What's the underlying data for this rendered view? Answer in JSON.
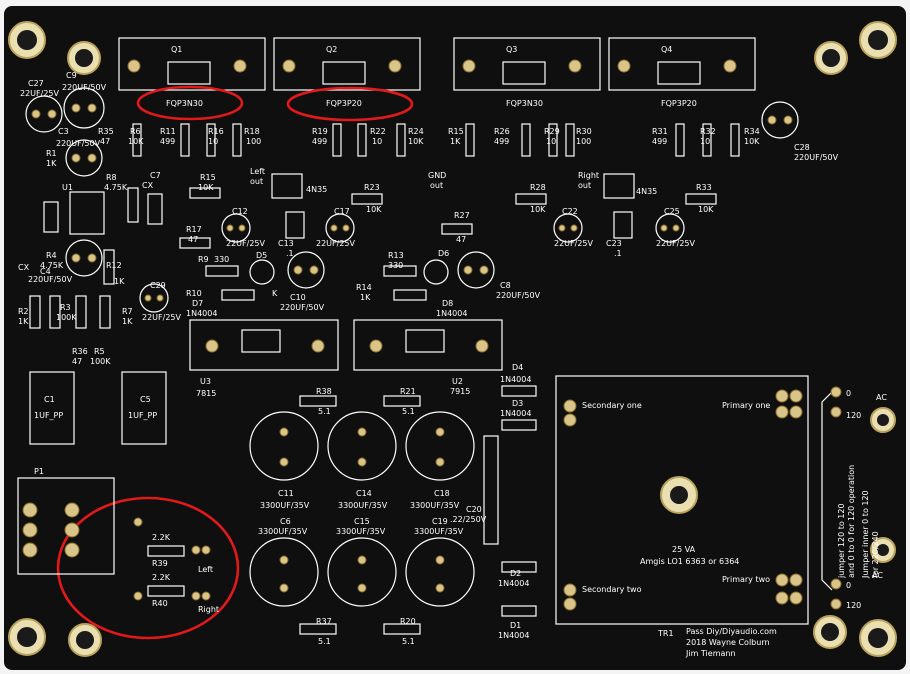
{
  "board": {
    "credit_lines": [
      "Pass Diy/Diyaudio.com",
      "2018 Wayne Colburn",
      "Jim Tiemann"
    ],
    "colors": {
      "board": "#0f0f10",
      "silkscreen": "#ffffff",
      "pad": "#d9c48a",
      "annotation": "#e0191b"
    }
  },
  "transistors": [
    {
      "ref": "Q1",
      "part": "FQP3N30"
    },
    {
      "ref": "Q2",
      "part": "FQP3P20"
    },
    {
      "ref": "Q3",
      "part": "FQP3N30"
    },
    {
      "ref": "Q4",
      "part": "FQP3P20"
    }
  ],
  "labels": {
    "c27": "C27",
    "c27v": "22UF/25V",
    "c9": "C9",
    "c9v": "220UF/50V",
    "r35": "R35",
    "r35v": "47",
    "c3": "C3",
    "c3v": "220UF/50V",
    "r1": "R1",
    "r1v": "1K",
    "u1": "U1",
    "r8": "R8",
    "r8v": "4.75K",
    "cx1": "CX",
    "c7": "C7",
    "cx2": "CX",
    "r4": "R4",
    "r4v": "4.75K",
    "c4": "C4",
    "c4v": "220UF/50V",
    "r12": "R12",
    "r12v": "1K",
    "r2": "R2",
    "r2v": "1K",
    "r3": "R3",
    "r3v": "100K",
    "r7": "R7",
    "r7v": "1K",
    "r36": "R36",
    "r36v": "47",
    "r5": "R5",
    "r5v": "100K",
    "c29": "C29",
    "c29v": "22UF/25V",
    "r6": "R6",
    "r6v": "10K",
    "r11": "R11",
    "r11v": "499",
    "r16": "R16",
    "r16v": "10",
    "r18": "R18",
    "r18v": "100",
    "r15a": "R15",
    "r15av": "10K",
    "left_out": "Left\nout",
    "u2": "4N35",
    "c12": "C12",
    "c12v": "22UF/25V",
    "c13": "C13",
    "c13v": ".1",
    "c17": "C17",
    "c17v": "22UF/25V",
    "r17": "R17",
    "r17v": "47",
    "r9": "R9",
    "r9v": "330",
    "d5": "D5",
    "k": "K",
    "c10": "C10",
    "c10v": "220UF/50V",
    "r10": "R10",
    "d7": "D7",
    "d7v": "1N4004",
    "r19": "R19",
    "r19v": "499",
    "r22": "R22",
    "r22v": "10",
    "r24": "R24",
    "r24v": "10K",
    "r15b": "R15",
    "r15bv": "1K",
    "r26": "R26",
    "r26v": "499",
    "r29": "R29",
    "r29v": "10",
    "r30": "R30",
    "r30v": "100",
    "r31": "R31",
    "r31v": "499",
    "r32": "R32",
    "r32v": "10",
    "r34": "R34",
    "r34v": "10K",
    "c28": "C28",
    "c28v": "220UF/50V",
    "gnd_out": "GND\nout",
    "r23": "R23",
    "r23v": "10K",
    "right_out": "Right\nout",
    "u4": "4N35",
    "r28": "R28",
    "r28v": "10K",
    "r33": "R33",
    "r33v": "10K",
    "c22": "C22",
    "c22v": "22UF/25V",
    "c23": "C23",
    "c23v": ".1",
    "c25": "C25",
    "c25v": "22UF/25V",
    "r27": "R27",
    "r27v": "47",
    "r13": "R13",
    "r13v": "330",
    "d6": "D6",
    "c8": "C8",
    "c8v": "220UF/50V",
    "r14": "R14",
    "r14v": "1K",
    "d8": "D8",
    "d8v": "1N4004",
    "u3": "U3",
    "u3v": "7815",
    "u5": "U2",
    "u5v": "7915",
    "c1": "C1",
    "c1v": "1UF_PP",
    "c5": "C5",
    "c5v": "1UF_PP",
    "p1": "P1",
    "r38": "R38",
    "r38v": "5.1",
    "r21": "R21",
    "r21v": "5.1",
    "d4": "D4",
    "d4v": "1N4004",
    "d3": "D3",
    "d3v": "1N4004",
    "c11": "C11",
    "c11v": "3300UF/35V",
    "c14": "C14",
    "c14v": "3300UF/35V",
    "c18": "C18",
    "c18v": "3300UF/35V",
    "c20": "C20",
    "c20v": ".22/250V",
    "c6": "C6",
    "c6v": "3300UF/35V",
    "c15": "C15",
    "c15v": "3300UF/35V",
    "c19": "C19",
    "c19v": "3300UF/35V",
    "d2": "D2",
    "d2v": "1N4004",
    "d1": "D1",
    "d1v": "1N4004",
    "r37": "R37",
    "r37v": "5.1",
    "r20": "R20",
    "r20v": "5.1",
    "r39": "R39",
    "r39v": "2.2K",
    "r40": "R40",
    "r40v": "2.2K",
    "left": "Left",
    "right": "Right",
    "secondary_one": "Secondary one",
    "primary_one": "Primary one",
    "secondary_two": "Secondary two",
    "primary_two": "Primary two",
    "va": "25 VA",
    "amgis": "Amgis LO1 6363 or 6364",
    "tr1": "TR1",
    "ac1": "AC",
    "ac2": "AC",
    "z1": "0",
    "z2": "120",
    "z3": "0",
    "z4": "120",
    "jumper1": "jumper 120 to 120",
    "jumper2": "and 0 to 0 for 120 operation",
    "jumper3": "Jumper inner 0 to 120",
    "jumper4": "for 220/240"
  }
}
